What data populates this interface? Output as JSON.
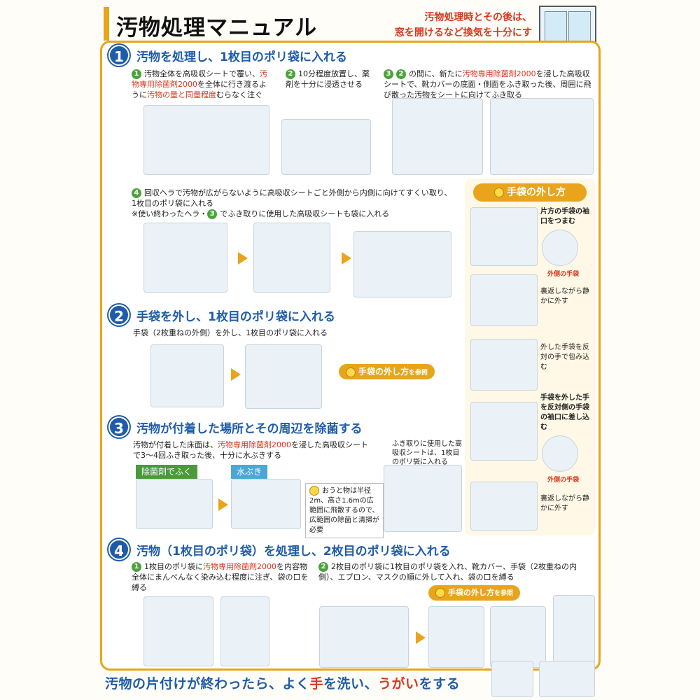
{
  "title": "汚物処理マニュアル",
  "vent_note": [
    "汚物処理時とその後は、",
    "窓を開けるなど換気を十分にする"
  ],
  "sections": [
    {
      "num": "1",
      "title": "汚物を処理し、1枚目のポリ袋に入れる"
    },
    {
      "num": "2",
      "title": "手袋を外し、1枚目のポリ袋に入れる"
    },
    {
      "num": "3",
      "title": "汚物が付着した場所とその周辺を除菌する"
    },
    {
      "num": "4",
      "title": "汚物（1枚目のポリ袋）を処理し、2枚目のポリ袋に入れる"
    }
  ],
  "s1_steps": {
    "s1": {
      "n": "1",
      "a": "汚物全体を高吸収シートで覆い、",
      "b": "汚物専用除菌剤2000",
      "c": "を全体に行き渡るように",
      "d": "汚物の量と同量程度",
      "e": "むらなく注ぐ"
    },
    "s2": {
      "n": "2",
      "a": "10分程度放置し、薬剤を十分に浸透させる"
    },
    "s3": {
      "n": "3",
      "n2": "2",
      "a": "の間に、新たに",
      "b": "汚物専用除菌剤2000",
      "c": "を浸した高吸収シートで、靴カバーの底面・側面をふき取った後、周囲に飛び散った汚物をシートに向けてふき取る"
    },
    "s4": {
      "n": "4",
      "a": "回収ヘラで汚物が広がらないように高吸収シートごと外側から内側に向けてすくい取り、1枚目のポリ袋に入れる",
      "b": "※使い終わったヘラ・",
      "n3": "3",
      "c": "でふき取りに使用した高吸収シートも袋に入れる"
    }
  },
  "s2_text": "手袋（2枚重ねの外側）を外し、1枚目のポリ袋に入れる",
  "glove_ref": "手袋の外し方",
  "glove_ref_suffix": "を参照",
  "s3": {
    "text_a": "汚物が付着した床面は、",
    "text_b": "汚物専用除菌剤2000",
    "text_c": "を浸した高吸収シートで3〜4回ふき取った後、十分に水ぶきする",
    "tag_green": "除菌剤でふく",
    "tag_blue": "水ぶき",
    "note": "おうと物は半径2m、高さ1.6mの広範囲に飛散するので、広範囲の除菌と清掃が必要",
    "bag_note": "ふき取りに使用した高吸収シートは、1枚目のポリ袋に入れる"
  },
  "s4_steps": {
    "s1": {
      "n": "1",
      "a": "1枚目のポリ袋に",
      "b": "汚物専用除菌剤2000",
      "c": "を内容物全体にまんべんなく染み込む程度に注ぎ、袋の口を縛る"
    },
    "s2": {
      "n": "2",
      "a": "2枚目のポリ袋に1枚目のポリ袋を入れ、靴カバー、手袋（2枚重ねの内側）、エプロン、マスクの順に外して入れ、袋の口を縛る"
    }
  },
  "sidebar": {
    "title": "手袋の外し方",
    "step1": "片方の手袋の袖口をつまむ",
    "outer1": "外側の手袋",
    "step2": "裏返しながら静かに外す",
    "step3": "外した手袋を反対の手で包み込む",
    "step4": "手袋を外した手を反対側の手袋の袖口に差し込む",
    "outer2": "外側の手袋",
    "step5": "裏返しながら静かに外す"
  },
  "bottom": {
    "a": "汚物の片付けが終わったら、よく",
    "b": "手",
    "c": "を洗い、",
    "d": "うがい",
    "e": "をする"
  }
}
